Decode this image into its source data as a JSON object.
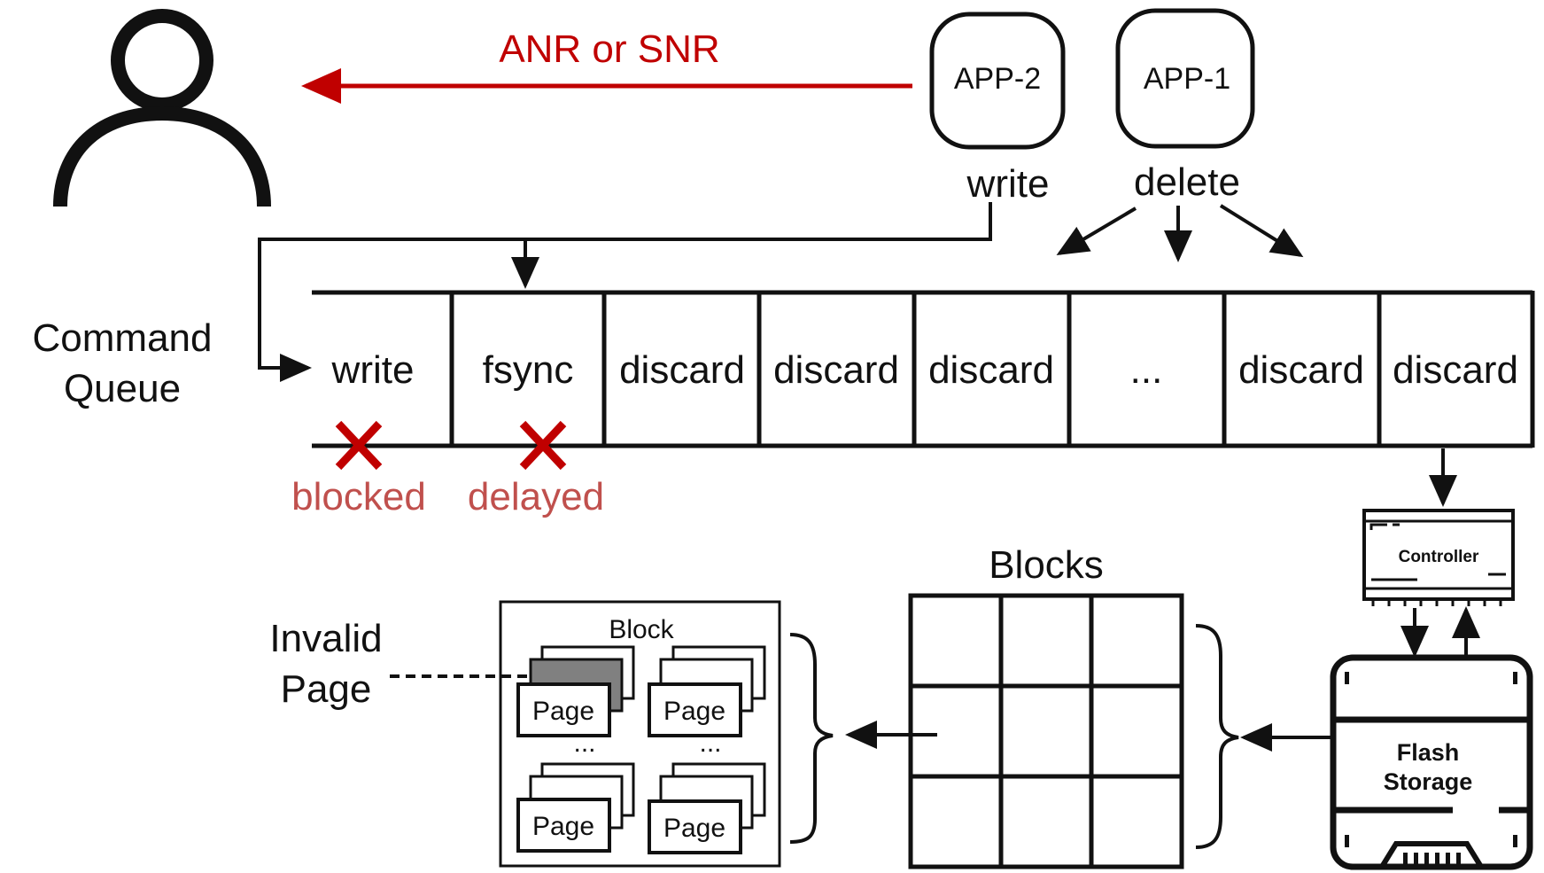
{
  "colors": {
    "red": "#c00000",
    "red_text": "#c0504d",
    "ink": "#111111",
    "invalid_page": "#808080"
  },
  "user": {
    "icon": "user-icon"
  },
  "alert_label": "ANR or SNR",
  "apps": [
    {
      "name": "APP-2",
      "action": "write"
    },
    {
      "name": "APP-1",
      "action": "delete"
    }
  ],
  "queue": {
    "label_line1": "Command",
    "label_line2": "Queue",
    "cells": [
      "write",
      "fsync",
      "discard",
      "discard",
      "discard",
      "...",
      "discard",
      "discard"
    ]
  },
  "status": {
    "blocked": "blocked",
    "delayed": "delayed"
  },
  "controller_label": "Controller",
  "flash": {
    "line1": "Flash",
    "line2": "Storage"
  },
  "blocks_label": "Blocks",
  "block": {
    "title": "Block",
    "page_label": "Page",
    "ellipsis": "..."
  },
  "invalid": {
    "line1": "Invalid",
    "line2": "Page"
  }
}
